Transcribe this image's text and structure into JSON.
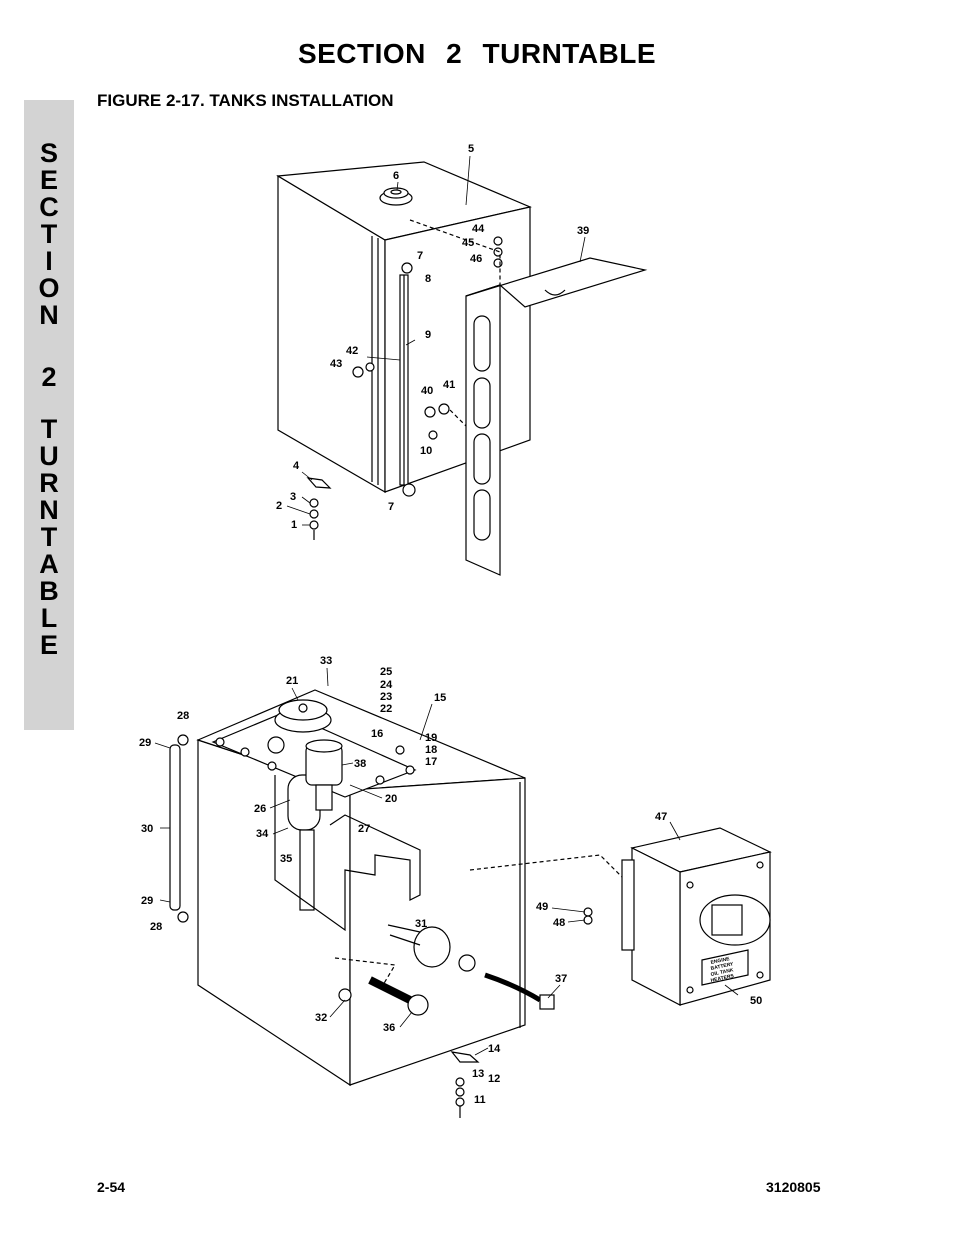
{
  "page": {
    "section_title": "SECTION 2   TURNTABLE",
    "sidebar_text": "SECTION2TURNTABLE",
    "figure_caption": "FIGURE 2-17.  TANKS INSTALLATION",
    "page_number": "2-54",
    "doc_number": "3120805"
  },
  "callouts_upper": [
    "5",
    "6",
    "44",
    "45",
    "46",
    "39",
    "7",
    "8",
    "9",
    "42",
    "43",
    "40",
    "41",
    "10",
    "4",
    "3",
    "2",
    "1",
    "7"
  ],
  "callouts_lower": [
    "33",
    "25",
    "24",
    "23",
    "22",
    "15",
    "21",
    "28",
    "29",
    "16",
    "19",
    "18",
    "17",
    "38",
    "20",
    "26",
    "27",
    "34",
    "30",
    "35",
    "29",
    "28",
    "47",
    "49",
    "48",
    "31",
    "37",
    "32",
    "36",
    "50",
    "14",
    "13",
    "12",
    "11"
  ],
  "label_plate_text": [
    "ENGINE",
    "BATTERY",
    "OIL TANK",
    "HEATERS"
  ]
}
